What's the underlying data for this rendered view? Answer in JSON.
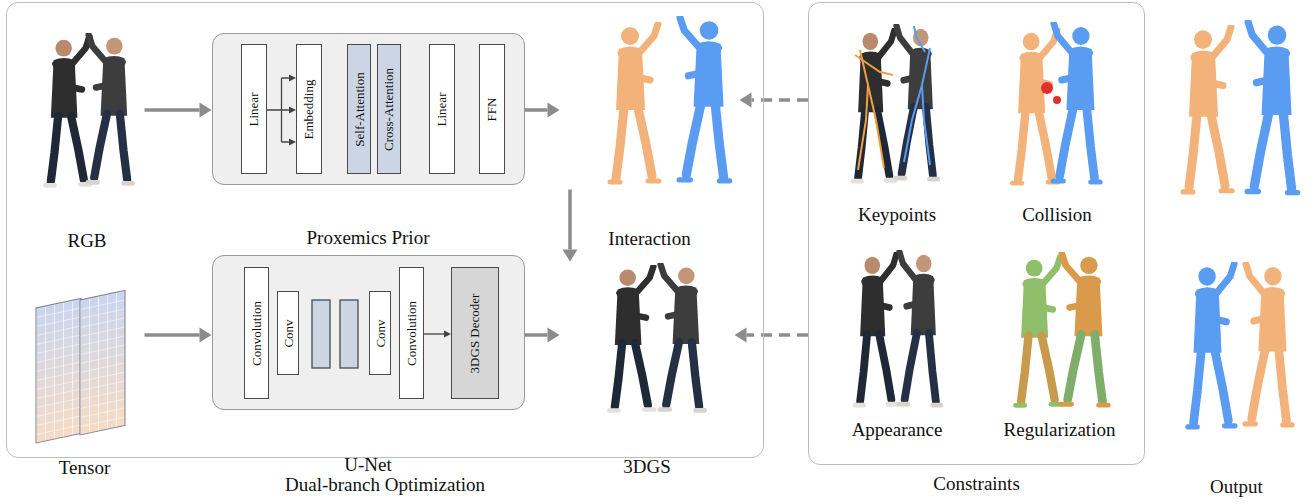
{
  "diagram": {
    "nodes": [
      {
        "text": [
          "Dual-branch Optimization"
        ]
      },
      {
        "text": [
          "RGB"
        ],
        "in": 0
      },
      {
        "text": [
          "Proxemics Prior"
        ],
        "in": 0
      },
      {
        "text": [
          "Linear"
        ],
        "in": 2
      },
      {
        "text": [
          "Embedding"
        ],
        "in": 2
      },
      {
        "text": [
          "Self-Attention"
        ],
        "in": 2
      },
      {
        "text": [
          "Cross-Attention"
        ],
        "in": 2
      },
      {
        "text": [
          "Linear"
        ],
        "in": 2
      },
      {
        "text": [
          "FFN"
        ],
        "in": 2
      },
      {
        "text": [
          "Interaction"
        ],
        "in": 0
      },
      {
        "text": [
          "Tensor"
        ],
        "in": 0
      },
      {
        "text": [
          "U-Net"
        ],
        "in": 0
      },
      {
        "text": [
          "Convolution"
        ],
        "in": 11
      },
      {
        "text": [
          "Conv"
        ],
        "in": 11
      },
      {
        "text": [
          "Conv"
        ],
        "in": 11
      },
      {
        "text": [
          "Convolution"
        ],
        "in": 11
      },
      {
        "text": [
          "3DGS Decoder"
        ],
        "in": 11
      },
      {
        "text": [
          "3DGS"
        ],
        "in": 0
      },
      {
        "text": [
          "Constraints"
        ]
      },
      {
        "text": [
          "Keypoints"
        ],
        "in": 18
      },
      {
        "text": [
          "Collision"
        ],
        "in": 18
      },
      {
        "text": [
          "Appearance"
        ],
        "in": 18
      },
      {
        "text": [
          "Regularization"
        ],
        "in": 18
      },
      {
        "text": [
          "Output"
        ]
      }
    ],
    "edges": [
      {
        "from": 1,
        "to": 2,
        "arrow": "to"
      },
      {
        "from": 3,
        "to": 4,
        "arrow": "to"
      },
      {
        "from": 2,
        "to": 9,
        "arrow": "to"
      },
      {
        "from": 9,
        "to": 17,
        "arrow": "to"
      },
      {
        "from": 10,
        "to": 11,
        "arrow": "to"
      },
      {
        "from": 15,
        "to": 16,
        "arrow": "to"
      },
      {
        "from": 11,
        "to": 17,
        "arrow": "to"
      },
      {
        "from": 18,
        "to": 9,
        "arrow": "to"
      },
      {
        "from": 18,
        "to": 17,
        "arrow": "to"
      }
    ]
  }
}
